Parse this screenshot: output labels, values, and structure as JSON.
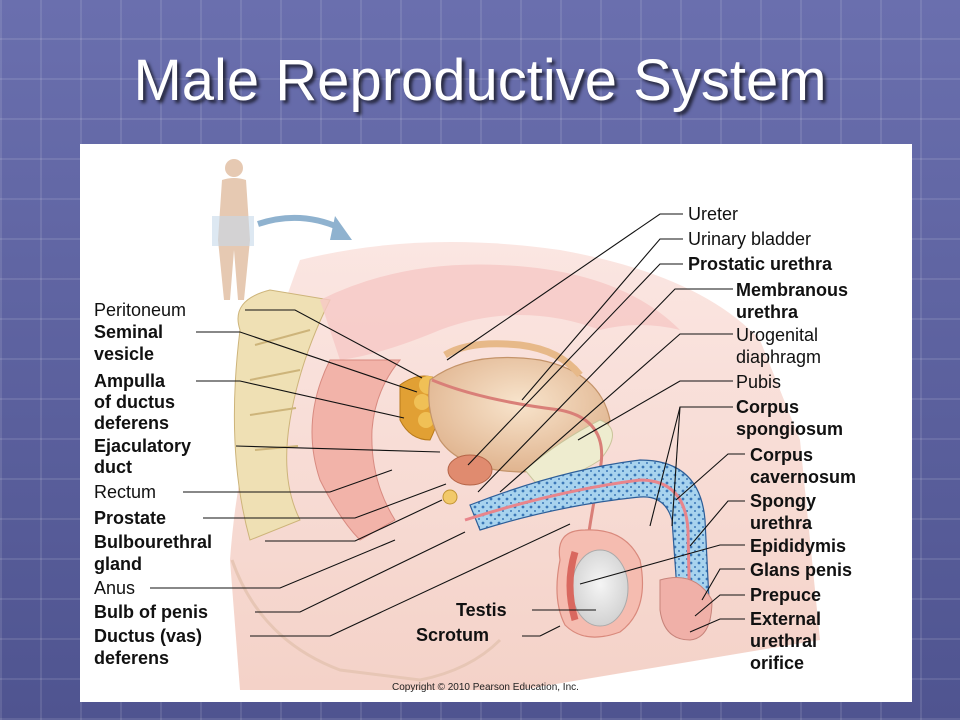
{
  "slide": {
    "title": "Male Reproductive System"
  },
  "labels_left": {
    "peritoneum": "Peritoneum",
    "seminal_vesicle_1": "Seminal",
    "seminal_vesicle_2": "vesicle",
    "ampulla_1": "Ampulla",
    "ampulla_2": "of ductus",
    "ampulla_3": "deferens",
    "ejaculatory_1": "Ejaculatory",
    "ejaculatory_2": "duct",
    "rectum": "Rectum",
    "prostate": "Prostate",
    "bulbourethral_1": "Bulbourethral",
    "bulbourethral_2": "gland",
    "anus": "Anus",
    "bulb_of_penis": "Bulb of penis",
    "ductus_1": "Ductus (vas)",
    "ductus_2": "deferens"
  },
  "labels_right": {
    "ureter": "Ureter",
    "urinary_bladder": "Urinary bladder",
    "prostatic_urethra": "Prostatic urethra",
    "membranous_1": "Membranous",
    "membranous_2": "urethra",
    "urogenital_1": "Urogenital",
    "urogenital_2": "diaphragm",
    "pubis": "Pubis",
    "spongiosum_1": "Corpus",
    "spongiosum_2": "spongiosum",
    "cavernosum_1": "Corpus",
    "cavernosum_2": "cavernosum",
    "spongy_1": "Spongy",
    "spongy_2": "urethra",
    "epididymis": "Epididymis",
    "glans_penis": "Glans penis",
    "prepuce": "Prepuce",
    "external_1": "External",
    "external_2": "urethral",
    "external_3": "orifice"
  },
  "labels_bottom": {
    "testis": "Testis",
    "scrotum": "Scrotum"
  },
  "copyright": "Copyright © 2010 Pearson Education, Inc."
}
